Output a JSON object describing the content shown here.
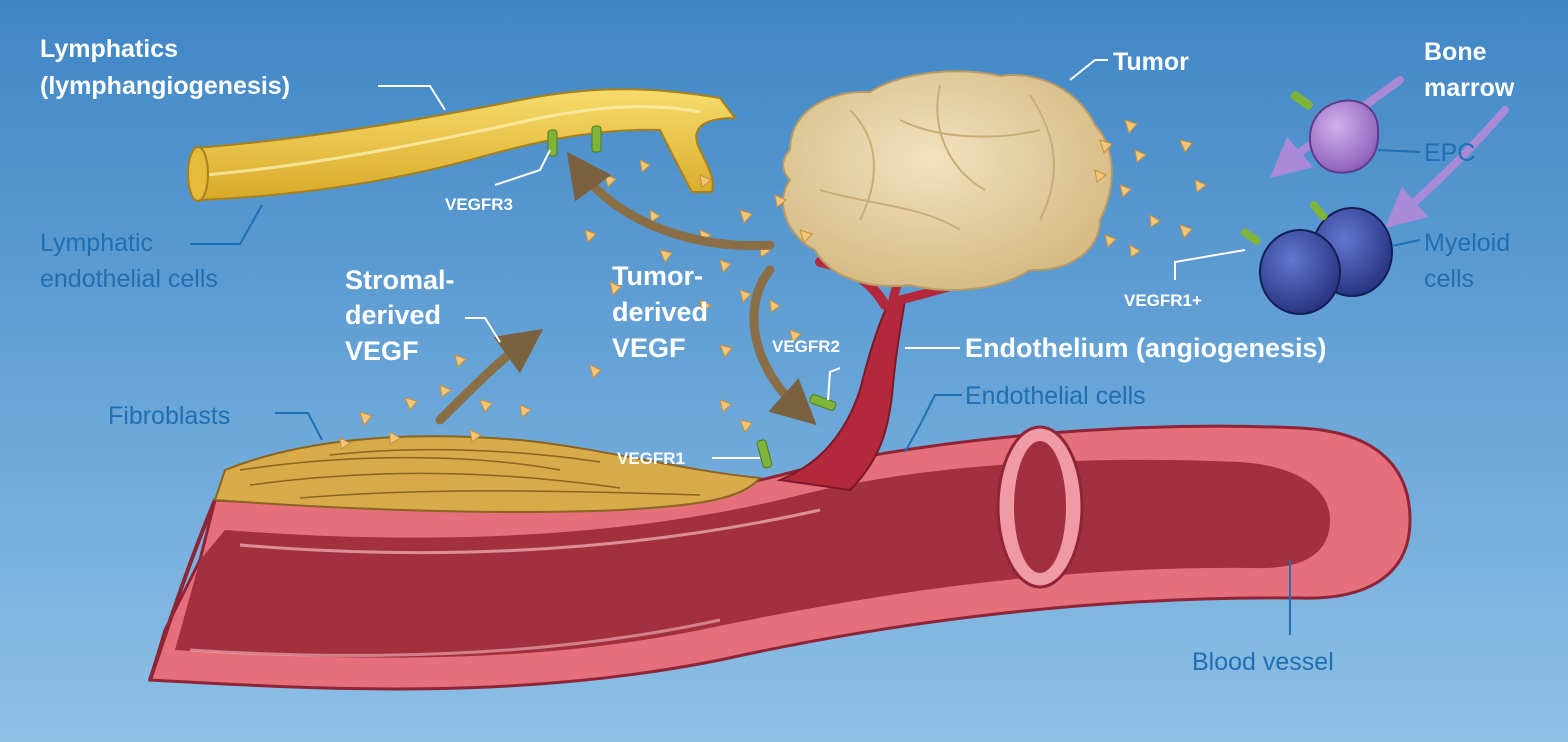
{
  "labels": {
    "lymphatics_line1": "Lymphatics",
    "lymphatics_line2": "(lymphangiogenesis)",
    "tumor": "Tumor",
    "bone_line1": "Bone",
    "bone_line2": "marrow",
    "epc": "EPC",
    "myeloid_line1": "Myeloid",
    "myeloid_line2": "cells",
    "vegfr1plus": "VEGFR1+",
    "vegfr3": "VEGFR3",
    "lymphatic_endo_line1": "Lymphatic",
    "lymphatic_endo_line2": "endothelial cells",
    "stromal_line1": "Stromal-",
    "stromal_line2": "derived",
    "stromal_line3": "VEGF",
    "tumor_vegf_line1": "Tumor-",
    "tumor_vegf_line2": "derived",
    "tumor_vegf_line3": "VEGF",
    "vegfr2": "VEGFR2",
    "endothelium": "Endothelium (angiogenesis)",
    "endothelial_cells": "Endothelial cells",
    "fibroblasts": "Fibroblasts",
    "vegfr1": "VEGFR1",
    "blood_vessel": "Blood vessel"
  },
  "colors": {
    "background_top": "#3f86c6",
    "background_bottom": "#8ec0e6",
    "vessel_outer": "#e8707c",
    "vessel_inner": "#a3303f",
    "lymphatic": "#efc84a",
    "tumor": "#e7d2a6",
    "fibroblast": "#d7aa4a",
    "epc": "#a67ad0",
    "myeloid": "#3a4ea8",
    "vegf_particle": "#f0c77a",
    "receptor": "#7fb43a",
    "white_label": "#ffffff",
    "blue_label": "#1f6fb2"
  }
}
